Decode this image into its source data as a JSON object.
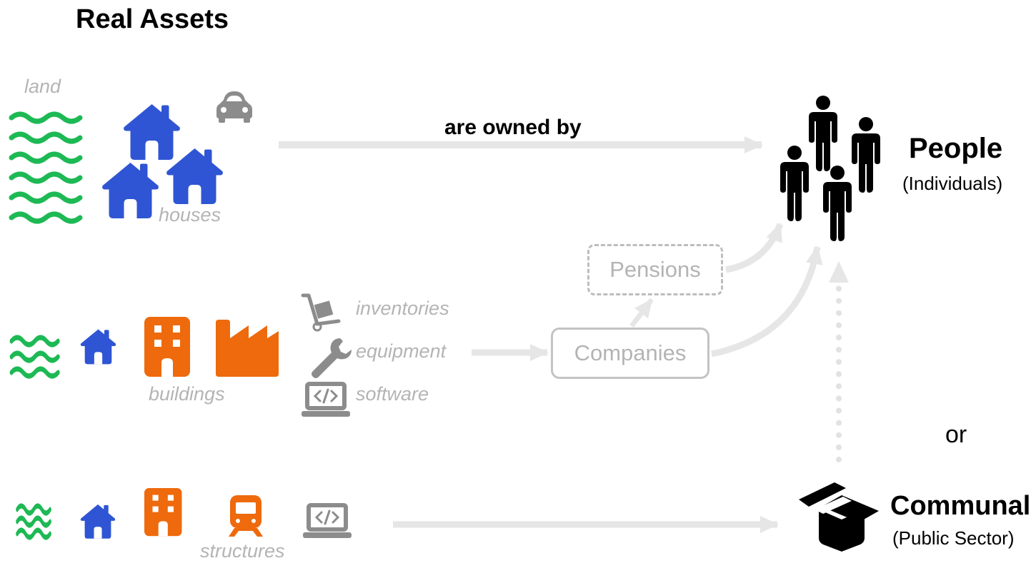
{
  "title": "Real Assets",
  "labels": {
    "land": "land",
    "houses": "houses",
    "inventories": "inventories",
    "equipment": "equipment",
    "software": "software",
    "buildings": "buildings",
    "structures": "structures"
  },
  "edge_label": "are owned by",
  "nodes": {
    "pensions": "Pensions",
    "companies": "Companies",
    "people": "People",
    "people_sub": "(Individuals)",
    "communal": "Communal",
    "communal_sub": "(Public Sector)"
  },
  "or_label": "or",
  "icons": {
    "land": "waves-icon",
    "house": "house-icon",
    "car": "car-icon",
    "office": "office-building-icon",
    "factory": "factory-icon",
    "cart": "hand-truck-icon",
    "wrench": "wrench-icon",
    "laptop": "laptop-code-icon",
    "train": "train-icon",
    "people": "people-group-icon",
    "box": "open-box-icon"
  },
  "colors": {
    "land": "#1db954",
    "house": "#2f55d4",
    "building": "#ee6a0c",
    "grey_icon": "#8c8c8c",
    "arrow": "#e6e6e6",
    "label_grey": "#b4b4b4",
    "black": "#000000"
  }
}
